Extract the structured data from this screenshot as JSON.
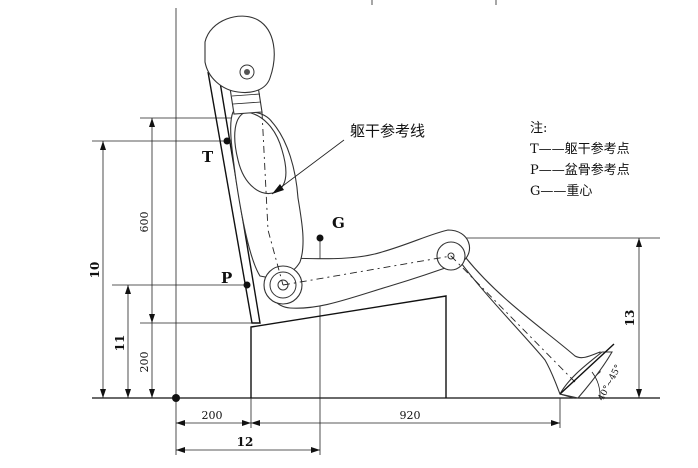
{
  "labels": {
    "T": "T",
    "P": "P",
    "G": "G",
    "torso_line": "躯干参考线"
  },
  "legend": {
    "title": "注:",
    "items": [
      {
        "key": "T",
        "text": "T——躯干参考点"
      },
      {
        "key": "P",
        "text": "P——盆骨参考点"
      },
      {
        "key": "G",
        "text": "G——重心"
      }
    ]
  },
  "dimensions": {
    "d600": "600",
    "d200_vertical": "200",
    "d200_horizontal": "200",
    "d920": "920",
    "d10": "10",
    "d11": "11",
    "d12": "12",
    "d13": "13",
    "foot_angle": "40°~45°"
  }
}
